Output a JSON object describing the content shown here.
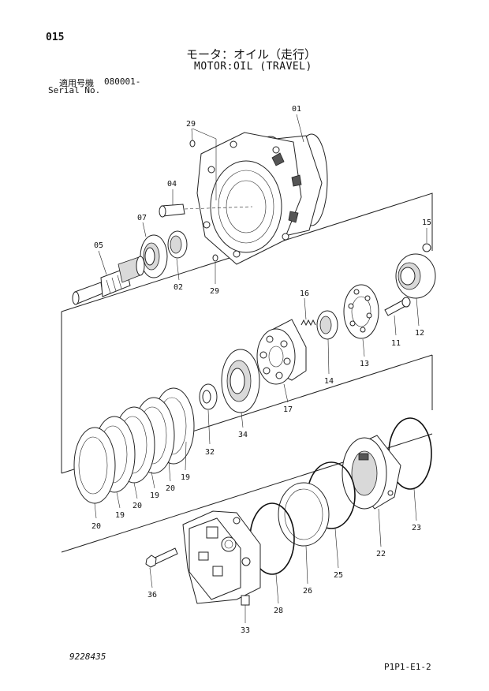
{
  "header": {
    "page_number": "015",
    "title_jp": "モータ：オイル（走行）",
    "title_en": "MOTOR:OIL (TRAVEL)",
    "serial_label_jp": "適用号機",
    "serial_value": "080001-",
    "serial_label_en": "Serial No."
  },
  "footer": {
    "drawing_number": "9228435",
    "sheet_code": "P1P1-E1-2"
  },
  "callouts": [
    "01",
    "02",
    "04",
    "05",
    "07",
    "11",
    "12",
    "13",
    "14",
    "15",
    "16",
    "17",
    "19",
    "20",
    "22",
    "23",
    "25",
    "26",
    "28",
    "29",
    "32",
    "33",
    "34",
    "36"
  ],
  "callout_texts": {
    "c01": "01",
    "c29a": "29",
    "c04": "04",
    "c07": "07",
    "c05": "05",
    "c02": "02",
    "c29b": "29",
    "c15": "15",
    "c16": "16",
    "c12": "12",
    "c11": "11",
    "c13": "13",
    "c14": "14",
    "c17": "17",
    "c34": "34",
    "c32": "32",
    "c19a": "19",
    "c20a": "20",
    "c19b": "19",
    "c20b": "20",
    "c19c": "19",
    "c20c": "20",
    "c23": "23",
    "c22": "22",
    "c25": "25",
    "c26": "26",
    "c28": "28",
    "c36": "36",
    "c33": "33"
  }
}
